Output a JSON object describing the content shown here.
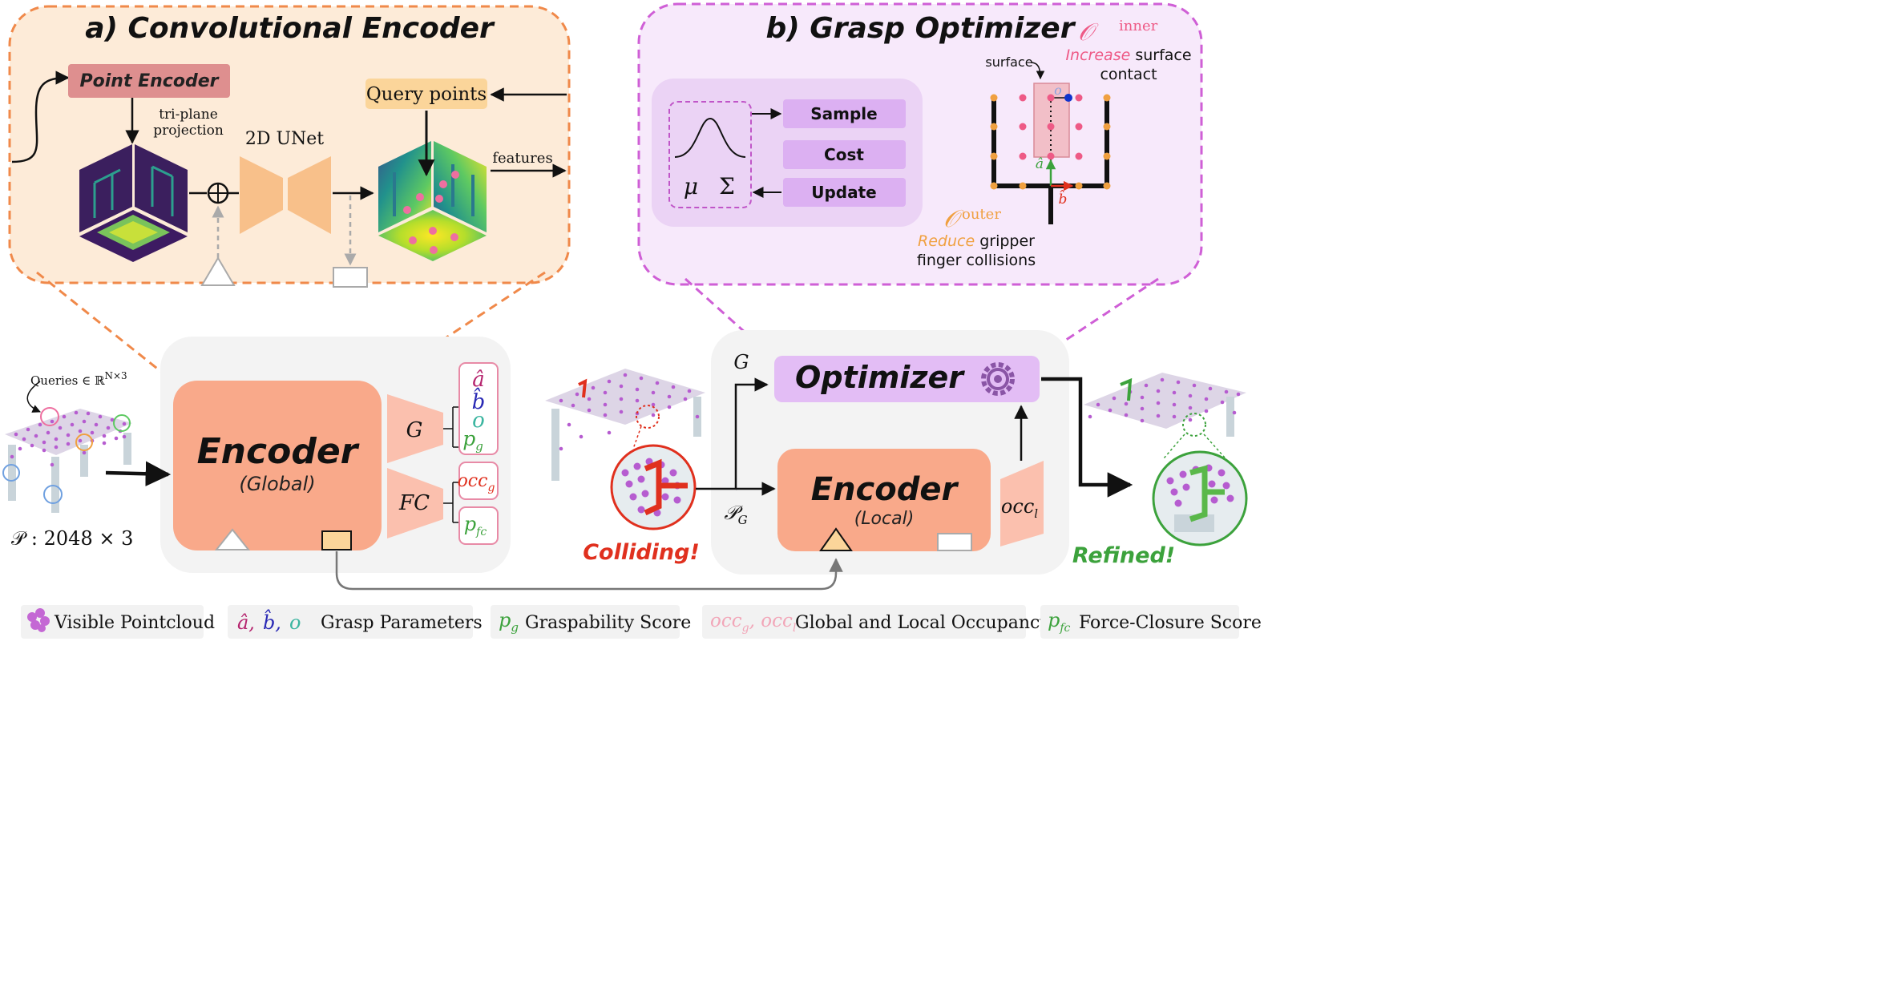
{
  "panel_a": {
    "title": "a) Convolutional Encoder",
    "point_encoder": "Point Encoder",
    "triplane_line1": "tri-plane",
    "triplane_line2": "projection",
    "unet": "2D UNet",
    "query_points": "Query points",
    "features": "features"
  },
  "panel_b": {
    "title": "b) Grasp Optimizer",
    "mu": "μ",
    "sigma": "Σ",
    "sample": "Sample",
    "cost": "Cost",
    "update": "Update",
    "surface": "surface",
    "inner_sym": "𝒪",
    "inner_sup": "inner",
    "inner_emph": "Increase",
    "inner_rest": " surface",
    "inner_line2": "contact",
    "outer_sym": "𝒪",
    "outer_sup": "outer",
    "outer_emph": "Reduce",
    "outer_rest": " gripper",
    "outer_line2": "finger collisions",
    "o_label": "o",
    "a_label": "â",
    "b_label": "b̂"
  },
  "main": {
    "queries_prefix": "Queries ∈ ℝ",
    "queries_sup": "N×3",
    "pointcloud_label": "𝒫 : 2048 × 3",
    "encoder_global_title": "Encoder",
    "encoder_global_sub": "(Global)",
    "head_g": "G",
    "head_fc": "FC",
    "param_a": "â",
    "param_b": "b̂",
    "param_o": "o",
    "param_pg": "pg",
    "param_pg_base": "p",
    "param_pg_sub": "g",
    "occ_g_base": "occ",
    "occ_g_sub": "g",
    "pfc_base": "p",
    "pfc_sub": "fc",
    "colliding": "Colliding!",
    "g_label": "G",
    "pg_label_base": "𝒫",
    "pg_label_sub": "G",
    "optimizer": "Optimizer",
    "encoder_local_title": "Encoder",
    "encoder_local_sub": "(Local)",
    "occ_l_base": "occ",
    "occ_l_sub": "l",
    "refined": "Refined!"
  },
  "legend": {
    "visible_pointcloud": "Visible Pointcloud",
    "grasp_params_syms": "â, b̂, o",
    "grasp_parameters": "Grasp Parameters",
    "graspability_sym_base": "p",
    "graspability_sym_sub": "g",
    "graspability_score": "Graspability Score",
    "occ_syms": "occg, occl",
    "occ_base": "occ",
    "occ_sub_g": "g",
    "occ_sub_l": "l",
    "occupancy": "Global and Local Occupancy",
    "pfc_base": "p",
    "pfc_sub": "fc",
    "force_closure": "Force-Closure Score"
  },
  "colors": {
    "orange_panel": "#fdebd8",
    "orange_dash": "#f0894a",
    "purple_panel": "#f7e9fb",
    "purple_dash": "#cf5fd6",
    "encoder": "#f9a98a",
    "optimizer": "#e3bdf5",
    "pink": "#e88aa6",
    "green": "#3ca23c",
    "red": "#e0301e"
  }
}
